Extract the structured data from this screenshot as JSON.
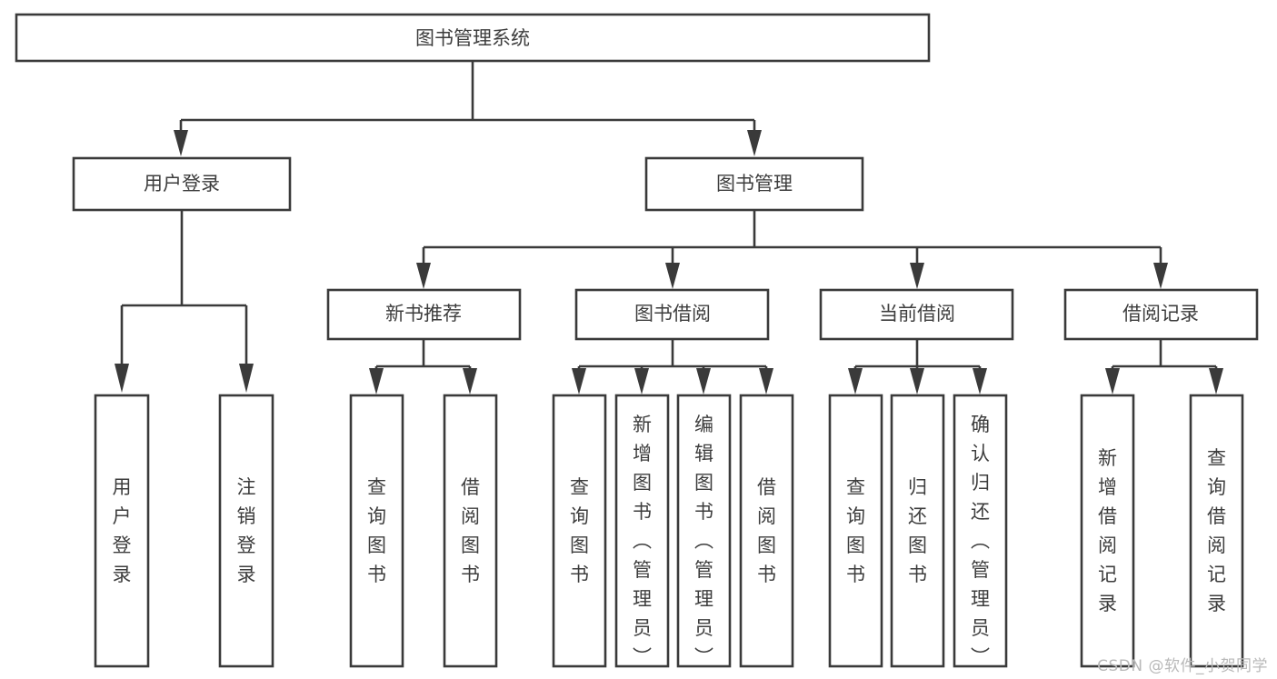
{
  "diagram": {
    "title": "图书管理系统",
    "type": "tree-hierarchy-chart",
    "watermark": "CSDN @软件_小贺同学",
    "colors": {
      "stroke": "#3a3a3a",
      "text": "#3d3d3d",
      "background": "#ffffff",
      "watermark": "#b9b9b9"
    },
    "root": {
      "id": "root",
      "label": "图书管理系统"
    },
    "level2": [
      {
        "id": "user-login",
        "label": "用户登录"
      },
      {
        "id": "book-manage",
        "label": "图书管理"
      }
    ],
    "level3": [
      {
        "id": "new-book-recommend",
        "label": "新书推荐",
        "parent": "book-manage"
      },
      {
        "id": "book-borrow",
        "label": "图书借阅",
        "parent": "book-manage"
      },
      {
        "id": "current-borrow",
        "label": "当前借阅",
        "parent": "book-manage"
      },
      {
        "id": "borrow-record",
        "label": "借阅记录",
        "parent": "book-manage"
      }
    ],
    "leaves": [
      {
        "id": "leaf-user-login",
        "label": "用户登录",
        "parent": "user-login"
      },
      {
        "id": "leaf-user-logout",
        "label": "注销登录",
        "parent": "user-login"
      },
      {
        "id": "leaf-query-book-1",
        "label": "查询图书",
        "parent": "new-book-recommend"
      },
      {
        "id": "leaf-borrow-book-1",
        "label": "借阅图书",
        "parent": "new-book-recommend"
      },
      {
        "id": "leaf-query-book-2",
        "label": "查询图书",
        "parent": "book-borrow"
      },
      {
        "id": "leaf-add-book",
        "label": "新增图书（管理员）",
        "parent": "book-borrow"
      },
      {
        "id": "leaf-edit-book",
        "label": "编辑图书（管理员）",
        "parent": "book-borrow"
      },
      {
        "id": "leaf-borrow-book-2",
        "label": "借阅图书",
        "parent": "book-borrow"
      },
      {
        "id": "leaf-query-book-3",
        "label": "查询图书",
        "parent": "current-borrow"
      },
      {
        "id": "leaf-return-book",
        "label": "归还图书",
        "parent": "current-borrow"
      },
      {
        "id": "leaf-confirm-return",
        "label": "确认归还（管理员）",
        "parent": "current-borrow"
      },
      {
        "id": "leaf-add-record",
        "label": "新增借阅记录",
        "parent": "borrow-record"
      },
      {
        "id": "leaf-query-record",
        "label": "查询借阅记录",
        "parent": "borrow-record"
      }
    ]
  }
}
